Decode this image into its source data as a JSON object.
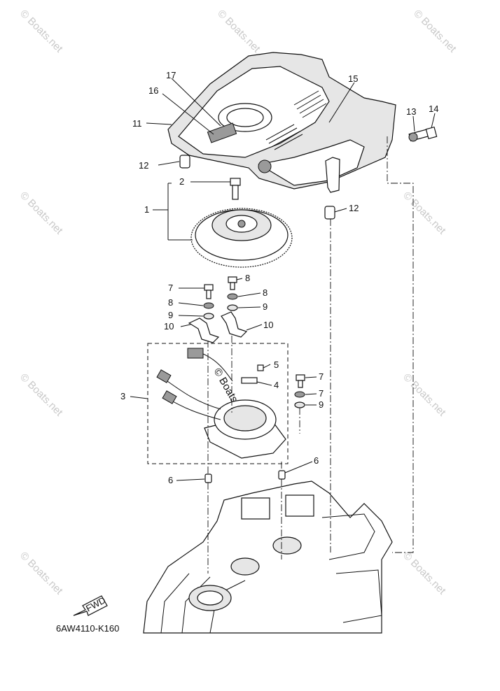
{
  "diagram": {
    "code": "6AW4110-K160",
    "fwd_label": "FWD",
    "watermark": "© Boats.net",
    "callouts": [
      "1",
      "2",
      "3",
      "4",
      "5",
      "6",
      "6",
      "7",
      "7",
      "7",
      "8",
      "8",
      "8",
      "9",
      "9",
      "9",
      "10",
      "10",
      "11",
      "12",
      "12",
      "13",
      "14",
      "15",
      "16",
      "17"
    ]
  }
}
